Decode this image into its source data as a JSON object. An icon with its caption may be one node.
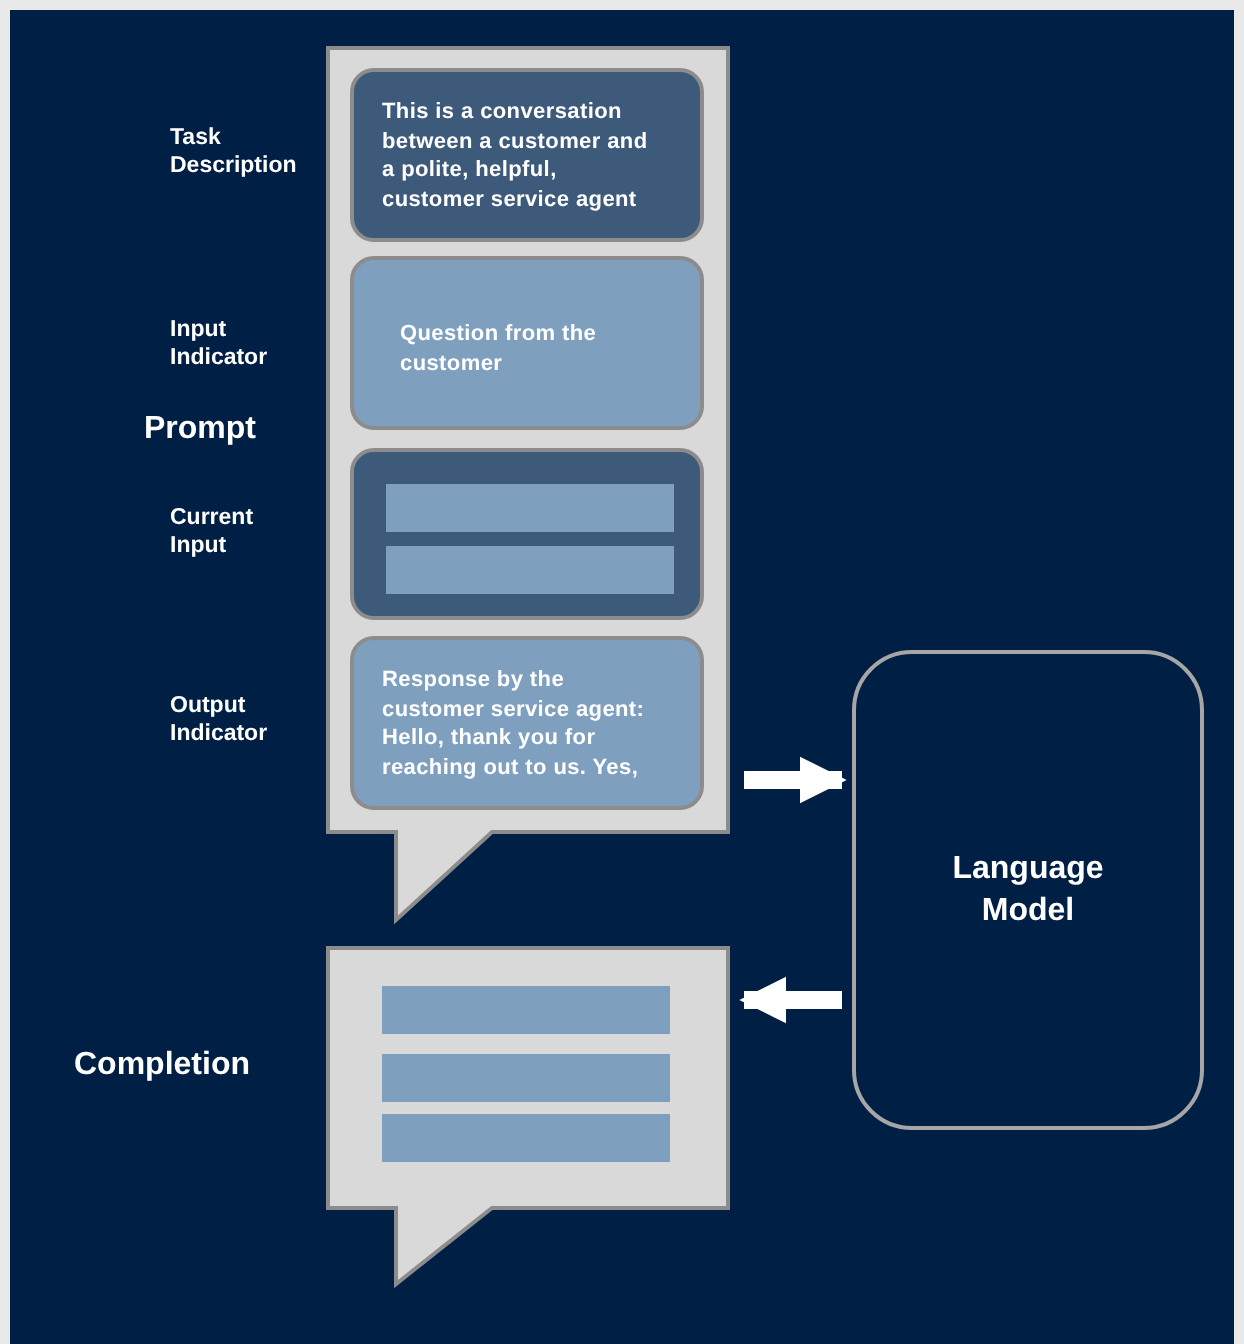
{
  "diagram": {
    "nodes": [
      {
        "text": [
          "Prompt"
        ]
      },
      {
        "text": [
          "This is a conversation between a customer and a polite, helpful, customer service agent"
        ],
        "in": 0
      },
      {
        "text": [
          "Question from the customer"
        ],
        "in": 0
      },
      {
        "text": [],
        "shape": "box",
        "in": 0
      },
      {
        "text": [
          "Response by the customer service agent: Hello, thank you for reaching out to us. Yes,"
        ],
        "in": 0
      },
      {
        "text": [
          "Language Model"
        ]
      },
      {
        "text": [
          "Completion"
        ]
      }
    ],
    "edges": [
      {
        "from": 0,
        "to": 5,
        "arrow": "to"
      },
      {
        "from": 5,
        "to": 6,
        "arrow": "to"
      }
    ],
    "labels": [
      "Task Description",
      "Input Indicator",
      "Current Input",
      "Output Indicator"
    ]
  }
}
